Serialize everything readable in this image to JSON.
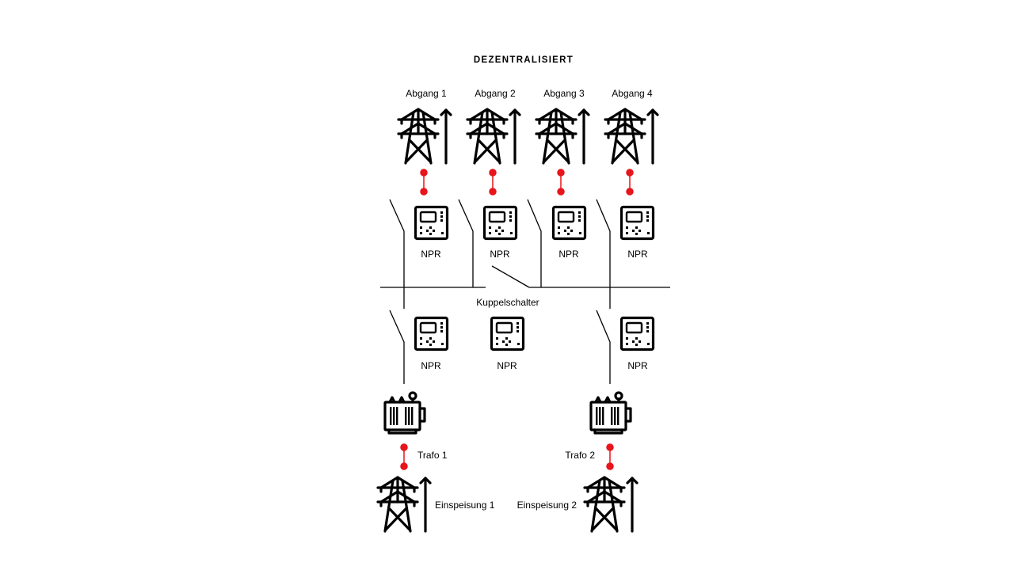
{
  "title": "DEZENTRALISIERT",
  "feeders": [
    {
      "label": "Abgang 1",
      "relay": "NPR"
    },
    {
      "label": "Abgang 2",
      "relay": "NPR"
    },
    {
      "label": "Abgang 3",
      "relay": "NPR"
    },
    {
      "label": "Abgang 4",
      "relay": "NPR"
    }
  ],
  "coupler": {
    "label": "Kuppelschalter",
    "relay": "NPR"
  },
  "incomers": [
    {
      "relay": "NPR",
      "transformer": "Trafo 1",
      "feed": "Einspeisung 1"
    },
    {
      "relay": "NPR",
      "transformer": "Trafo 2",
      "feed": "Einspeisung 2"
    }
  ],
  "colors": {
    "connection": "#e8141b",
    "line": "#000000"
  }
}
